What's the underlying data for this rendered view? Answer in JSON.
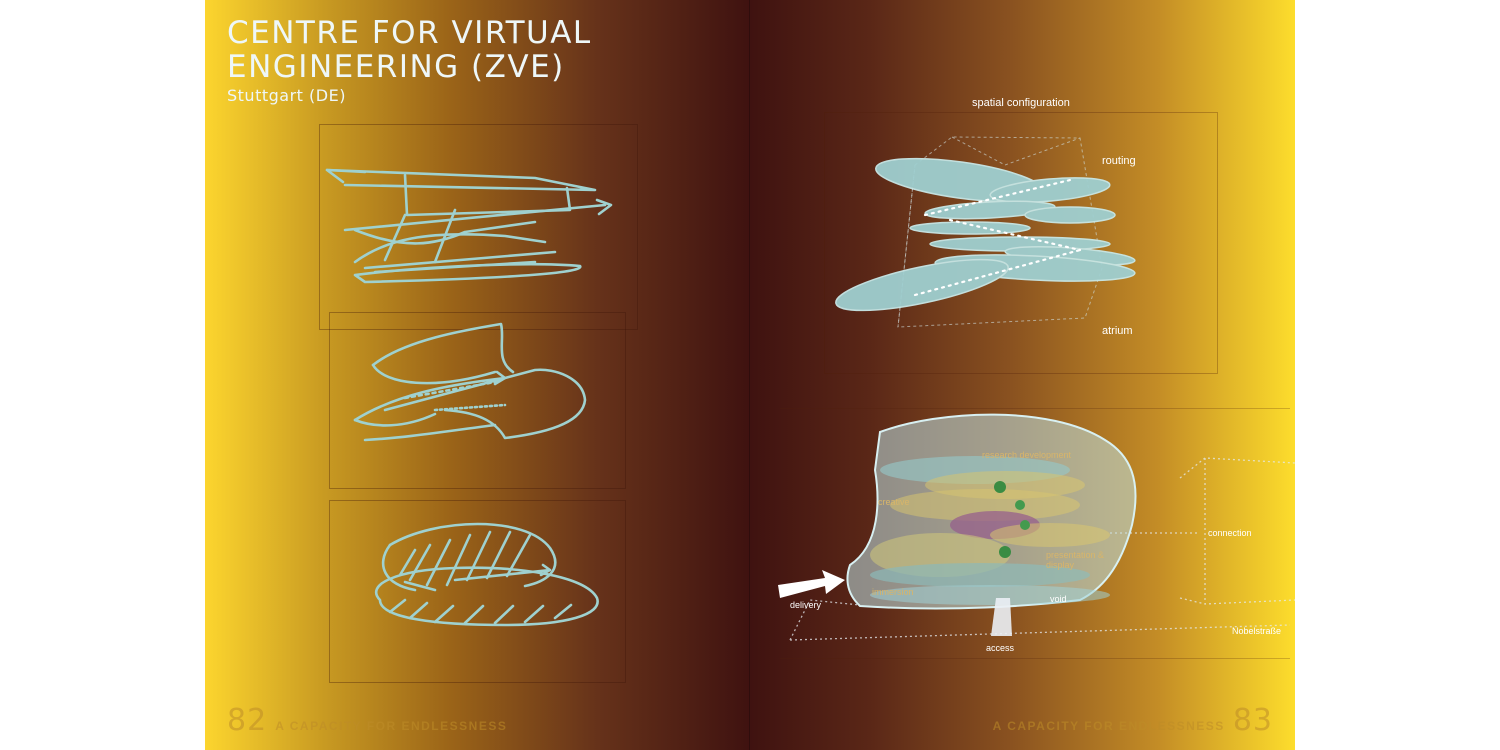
{
  "left_page": {
    "title_lines": [
      "CENTRE FOR VIRTUAL",
      "ENGINEERING (ZVE)"
    ],
    "subtitle": "Stuttgart (DE)",
    "folio": "82",
    "running_head": "A CAPACITY FOR ENDLESSNESS"
  },
  "right_page": {
    "folio": "83",
    "running_head": "A CAPACITY FOR ENDLESSNESS",
    "diagram_top": {
      "heading": "spatial configuration",
      "labels": {
        "routing": "routing",
        "atrium": "atrium"
      }
    },
    "diagram_bottom": {
      "labels": {
        "research_development": "research development",
        "creative": "creative",
        "presentation": "presentation &",
        "presentation2": "display",
        "immersion": "immersion",
        "delivery": "delivery",
        "void": "void",
        "access": "access",
        "connection": "connection",
        "street": "Nobelstraße"
      }
    }
  },
  "colors": {
    "page_yellow": "#fcd52e",
    "page_dark": "#3f1210",
    "sketch": "#9fd1cf",
    "white": "#ffffff"
  }
}
